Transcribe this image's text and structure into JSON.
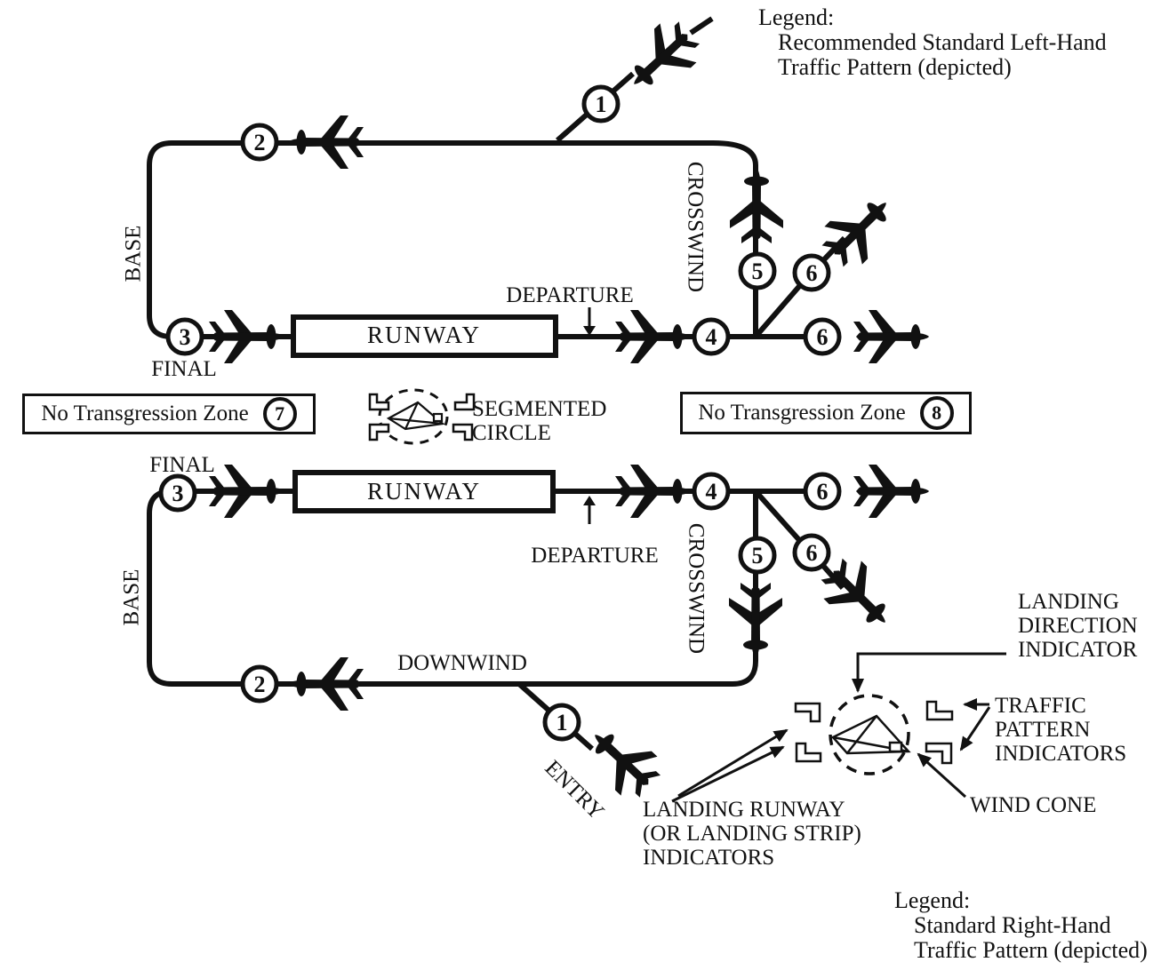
{
  "colors": {
    "ink": "#111111",
    "paper": "#ffffff"
  },
  "legend_top": {
    "heading": "Legend:",
    "lines": [
      "Recommended Standard Left-Hand",
      "Traffic Pattern (depicted)"
    ]
  },
  "legend_bottom": {
    "heading": "Legend:",
    "lines": [
      "Standard Right-Hand",
      "Traffic Pattern (depicted)"
    ]
  },
  "ntz": {
    "left": {
      "label": "No Transgression Zone",
      "number": "7"
    },
    "right": {
      "label": "No Transgression Zone",
      "number": "8"
    }
  },
  "segmented_circle": {
    "line1": "SEGMENTED",
    "line2": "CIRCLE"
  },
  "position_numbers": {
    "p1": "1",
    "p2": "2",
    "p3": "3",
    "p4": "4",
    "p5": "5",
    "p6": "6"
  },
  "patterns": {
    "top": {
      "base": "BASE",
      "final": "FINAL",
      "runway": "RUNWAY",
      "departure": "DEPARTURE",
      "crosswind": "CROSSWIND"
    },
    "bottom": {
      "base": "BASE",
      "final": "FINAL",
      "runway": "RUNWAY",
      "departure": "DEPARTURE",
      "crosswind": "CROSSWIND",
      "downwind": "DOWNWIND",
      "entry": "ENTRY"
    }
  },
  "callouts": {
    "landing_direction_indicator": {
      "lines": [
        "LANDING",
        "DIRECTION",
        "INDICATOR"
      ]
    },
    "traffic_pattern_indicators": {
      "lines": [
        "TRAFFIC",
        "PATTERN",
        "INDICATORS"
      ]
    },
    "wind_cone": {
      "label": "WIND CONE"
    },
    "landing_runway_indicators": {
      "lines": [
        "LANDING RUNWAY",
        "(OR LANDING STRIP)",
        "INDICATORS"
      ]
    }
  },
  "icons": {
    "airplane": "top-view airplane silhouette",
    "segmented_circle": "dashed circle with wind direction indicator",
    "l_marker": "traffic pattern / landing strip indicator extension"
  }
}
